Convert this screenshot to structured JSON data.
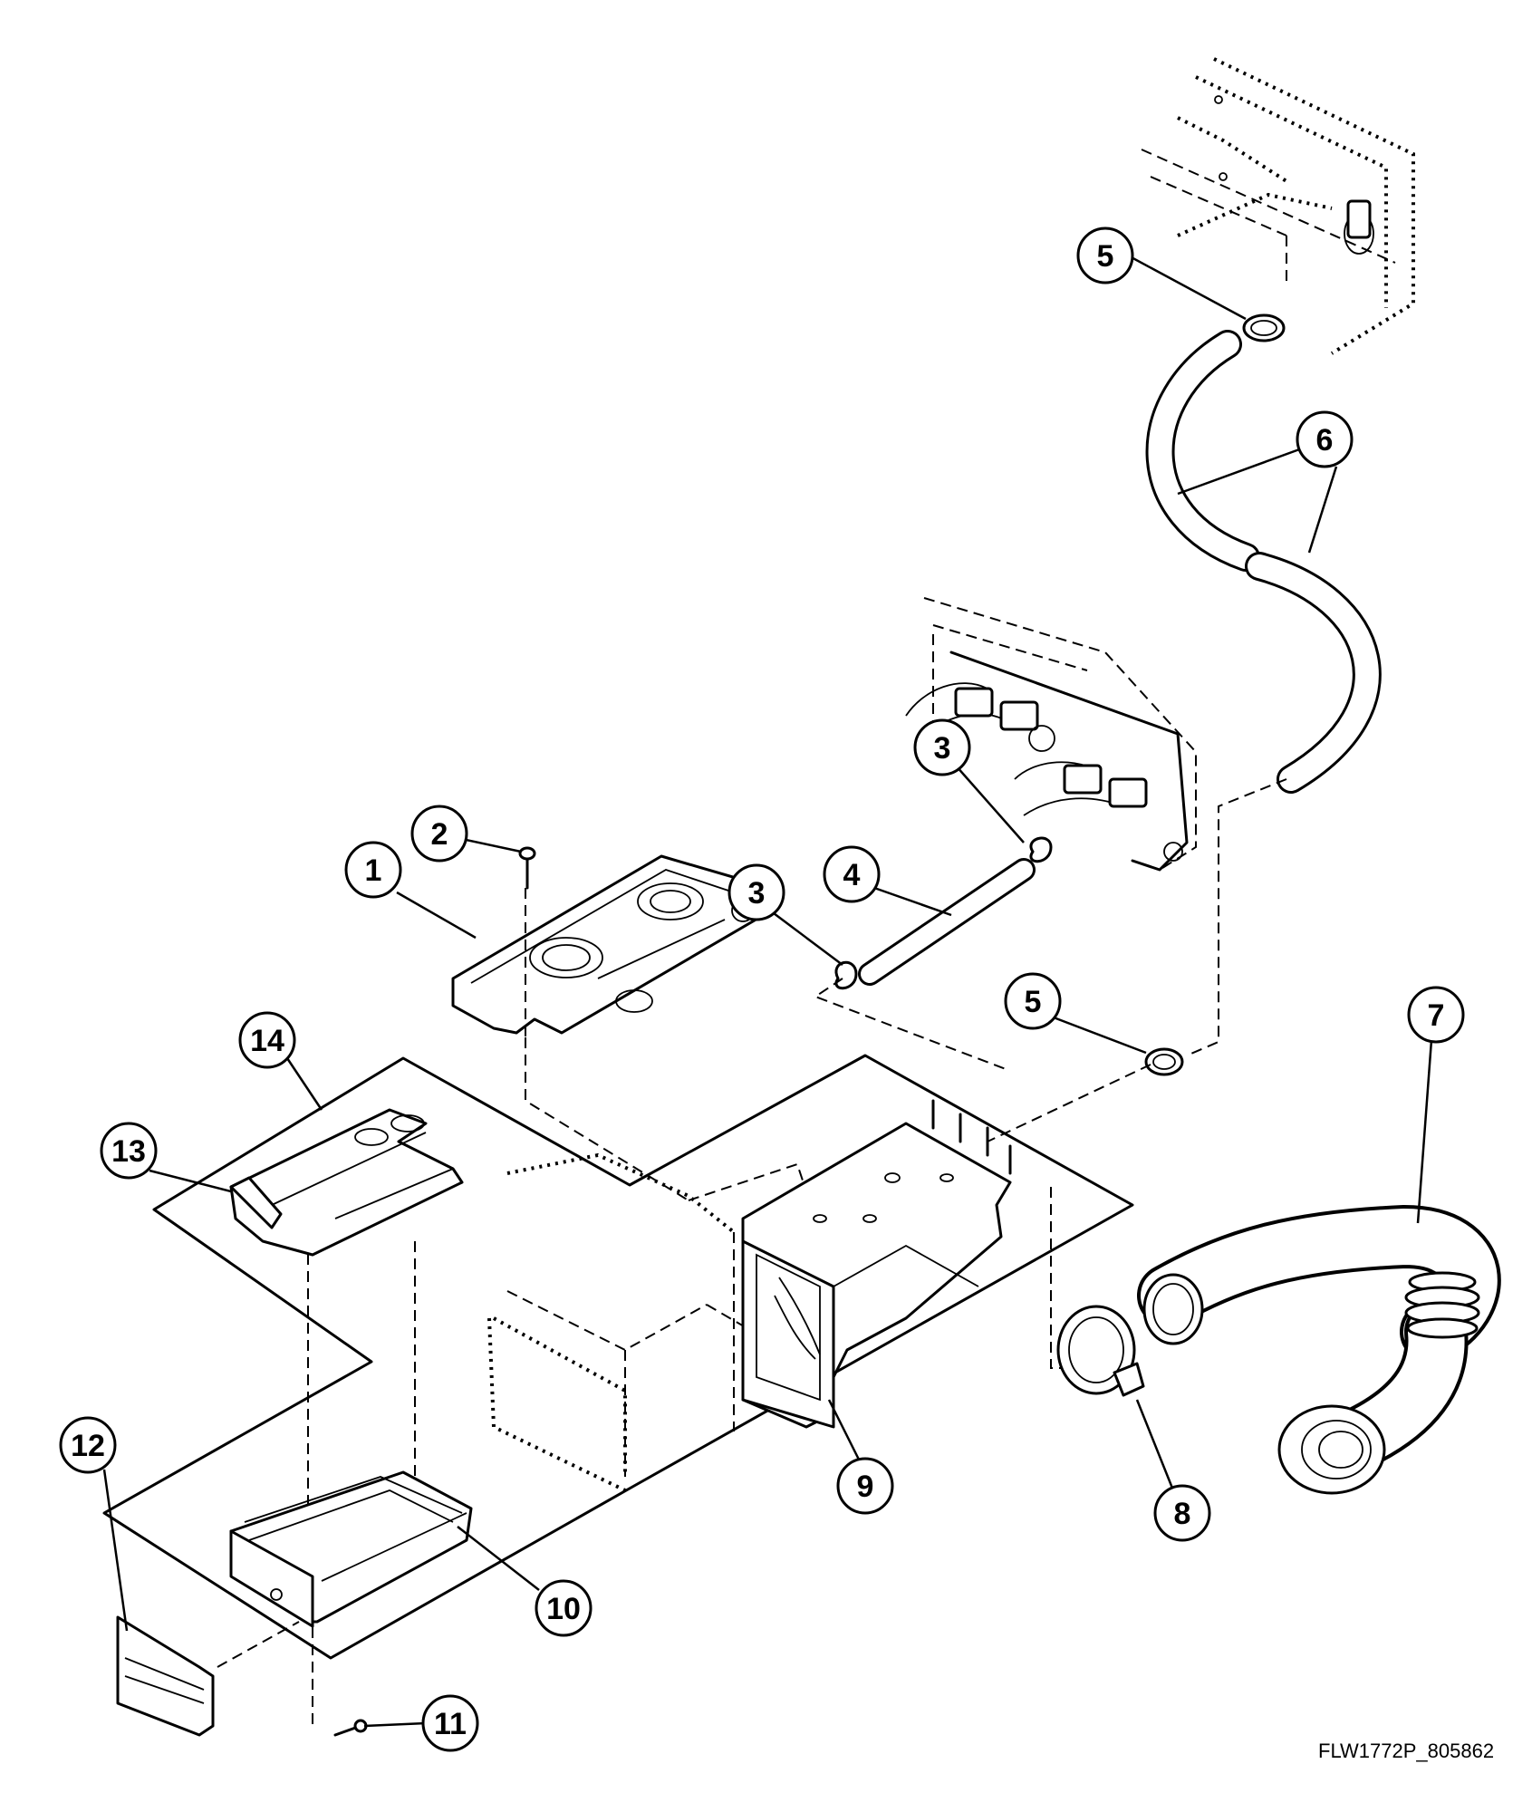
{
  "callouts": [
    {
      "label": "1"
    },
    {
      "label": "2"
    },
    {
      "label": "3"
    },
    {
      "label": "3"
    },
    {
      "label": "4"
    },
    {
      "label": "5"
    },
    {
      "label": "5"
    },
    {
      "label": "6"
    },
    {
      "label": "7"
    },
    {
      "label": "8"
    },
    {
      "label": "9"
    },
    {
      "label": "10"
    },
    {
      "label": "11"
    },
    {
      "label": "12"
    },
    {
      "label": "13"
    },
    {
      "label": "14"
    }
  ],
  "drawing_code": "FLW1772P_805862"
}
